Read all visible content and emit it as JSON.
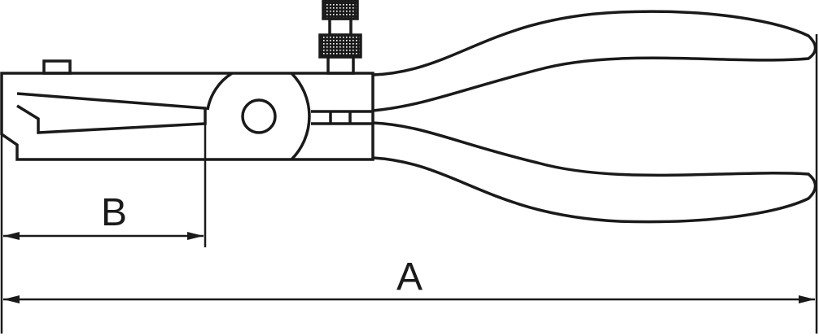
{
  "diagram": {
    "subject": "pliers",
    "dimensions": [
      {
        "label": "A"
      },
      {
        "label": "B"
      }
    ]
  },
  "colors": {
    "stroke": "#1a1a1a",
    "background": "#ffffff"
  }
}
